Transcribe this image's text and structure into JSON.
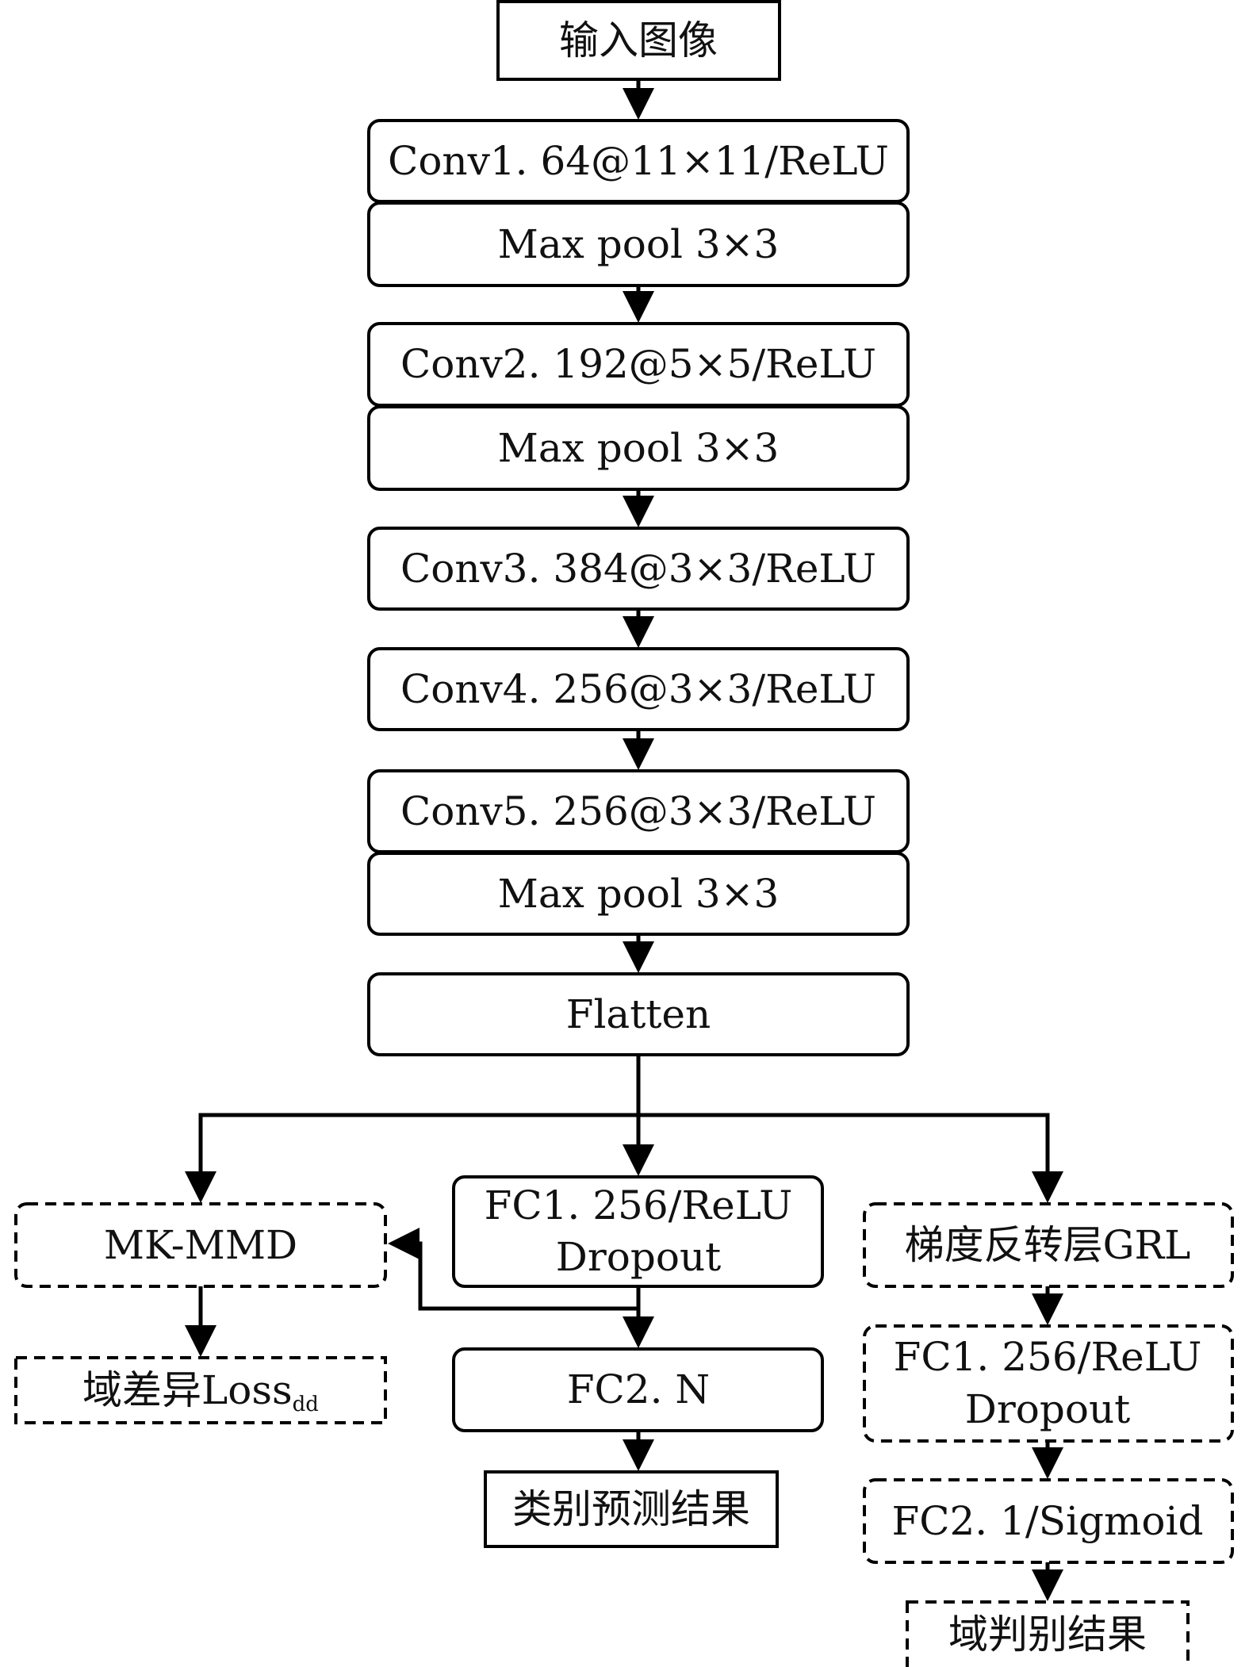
{
  "nodes": {
    "input": "输入图像",
    "conv1": "Conv1. 64@11×11/ReLU",
    "pool1": "Max pool 3×3",
    "conv2": "Conv2. 192@5×5/ReLU",
    "pool2": "Max pool 3×3",
    "conv3": "Conv3. 384@3×3/ReLU",
    "conv4": "Conv4. 256@3×3/ReLU",
    "conv5": "Conv5. 256@3×3/ReLU",
    "pool5": "Max pool 3×3",
    "flatten": "Flatten",
    "fc1_line1": "FC1. 256/ReLU",
    "fc1_line2": "Dropout",
    "fc2": "FC2. N",
    "class_result": "类别预测结果",
    "mkmmd": "MK-MMD",
    "domain_loss": "域差异Loss",
    "domain_loss_sub": "dd",
    "grl": "梯度反转层GRL",
    "d_fc1_line1": "FC1. 256/ReLU",
    "d_fc1_line2": "Dropout",
    "d_fc2": "FC2. 1/Sigmoid",
    "domain_result": "域判别结果"
  },
  "colors": {
    "stroke": "#000000",
    "fill": "#ffffff",
    "text": "#111111"
  }
}
